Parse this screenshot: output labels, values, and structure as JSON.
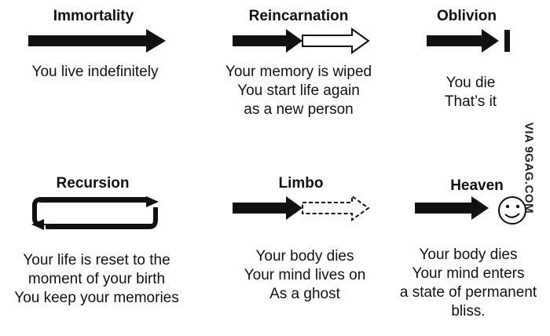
{
  "panels": {
    "immortality": {
      "title": "Immortality",
      "lines": [
        "You live indefinitely"
      ]
    },
    "reincarnation": {
      "title": "Reincarnation",
      "lines": [
        "Your memory is wiped",
        "You start life again",
        "as a new person"
      ]
    },
    "oblivion": {
      "title": "Oblivion",
      "lines": [
        "You die",
        "That’s it"
      ]
    },
    "recursion": {
      "title": "Recursion",
      "lines": [
        "Your life is reset to the",
        "moment of your birth",
        "You keep your memories"
      ]
    },
    "limbo": {
      "title": "Limbo",
      "lines": [
        "Your body dies",
        "Your mind lives on",
        "As a ghost"
      ]
    },
    "heaven": {
      "title": "Heaven",
      "lines": [
        "Your body dies",
        "Your mind enters",
        "a state of permanent",
        "bliss."
      ]
    }
  },
  "watermark": "VIA 9GAG.COM",
  "icons": {
    "immortality": "solid-arrow-icon",
    "reincarnation": "solid-then-hollow-arrow-icon",
    "oblivion": "arrow-to-wall-icon",
    "recursion": "loop-arrow-icon",
    "limbo": "solid-then-dashed-arrow-icon",
    "heaven": "arrow-to-smiley-icon"
  },
  "colors": {
    "ink": "#111111",
    "background": "#ffffff"
  }
}
